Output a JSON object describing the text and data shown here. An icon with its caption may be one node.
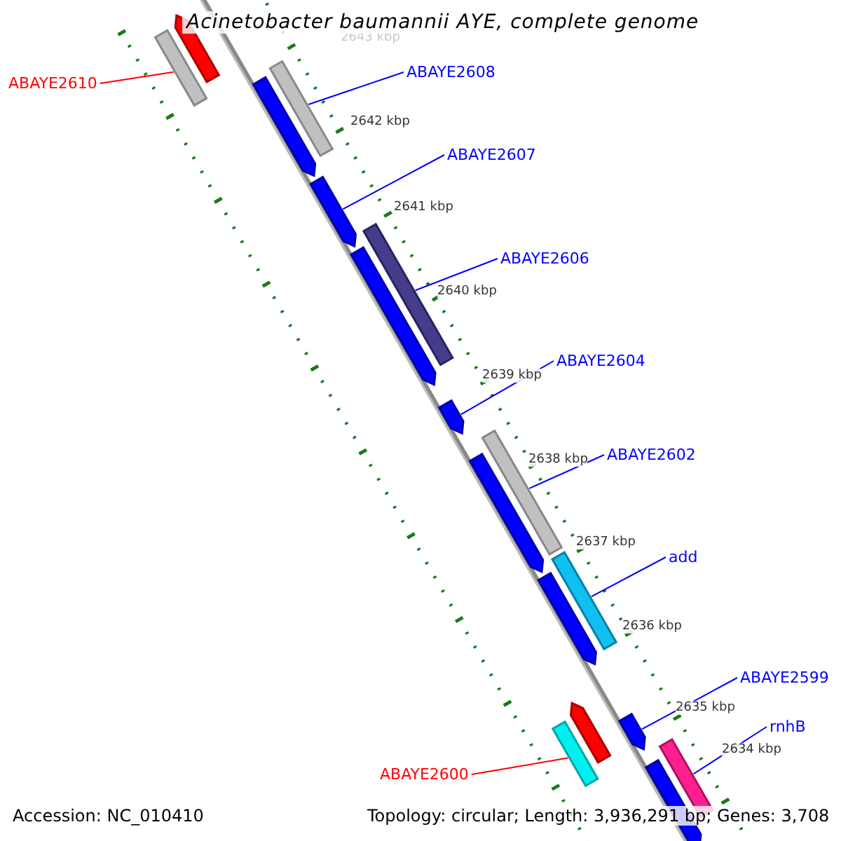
{
  "diagram": {
    "title": "Acinetobacter baumannii AYE, complete genome",
    "nodes": [
      {
        "text": [
          "ABAYE2610"
        ]
      },
      {
        "text": [],
        "shape": "bar"
      },
      {
        "text": [
          "ABAYE2608"
        ]
      },
      {
        "text": [],
        "shape": "bar"
      },
      {
        "text": [
          "ABAYE2607"
        ]
      },
      {
        "text": [],
        "shape": "arrow"
      },
      {
        "text": [
          "ABAYE2606"
        ]
      },
      {
        "text": [],
        "shape": "bar"
      },
      {
        "text": [
          "ABAYE2604"
        ]
      },
      {
        "text": [],
        "shape": "arrow"
      },
      {
        "text": [
          "ABAYE2602"
        ]
      },
      {
        "text": [],
        "shape": "bar"
      },
      {
        "text": [
          "add"
        ]
      },
      {
        "text": [],
        "shape": "bar"
      },
      {
        "text": [
          "ABAYE2599"
        ]
      },
      {
        "text": [],
        "shape": "arrow"
      },
      {
        "text": [
          "rnhB"
        ]
      },
      {
        "text": [],
        "shape": "bar"
      },
      {
        "text": [
          "ABAYE2600"
        ]
      },
      {
        "text": [],
        "shape": "bar"
      },
      {
        "text": [],
        "shape": "arrow"
      },
      {
        "text": [],
        "shape": "arrow"
      },
      {
        "text": [],
        "shape": "arrow"
      },
      {
        "text": [],
        "shape": "arrow"
      },
      {
        "text": [],
        "shape": "arrow"
      },
      {
        "text": [],
        "shape": "arrow"
      },
      {
        "text": [],
        "shape": "arrow"
      }
    ],
    "edges": [
      {
        "from": 0,
        "to": 1,
        "arrow": "none",
        "color": "#ff0000"
      },
      {
        "from": 2,
        "to": 3,
        "arrow": "none"
      },
      {
        "from": 4,
        "to": 5,
        "arrow": "none"
      },
      {
        "from": 6,
        "to": 7,
        "arrow": "none"
      },
      {
        "from": 8,
        "to": 9,
        "arrow": "none"
      },
      {
        "from": 10,
        "to": 11,
        "arrow": "none"
      },
      {
        "from": 12,
        "to": 13,
        "arrow": "none"
      },
      {
        "from": 14,
        "to": 15,
        "arrow": "none"
      },
      {
        "from": 16,
        "to": 17,
        "arrow": "none"
      },
      {
        "from": 18,
        "to": 19,
        "arrow": "none",
        "color": "#ff0000"
      }
    ],
    "labels": [
      "2643 kbp",
      "2642 kbp",
      "2641 kbp",
      "2640 kbp",
      "2639 kbp",
      "2638 kbp",
      "2637 kbp",
      "2636 kbp",
      "2635 kbp",
      "2634 kbp",
      "Accession: NC_010410",
      "Topology: circular; Length: 3,936,291 bp; Genes: 3,708"
    ]
  }
}
